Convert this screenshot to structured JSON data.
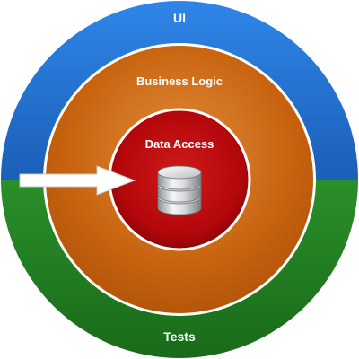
{
  "diagram": {
    "layers": [
      {
        "id": "ui",
        "label": "UI",
        "color": "#1f6fd1"
      },
      {
        "id": "tests",
        "label": "Tests",
        "color": "#1e7d1e"
      },
      {
        "id": "business_logic",
        "label": "Business Logic",
        "color": "#c8630f"
      },
      {
        "id": "data_access",
        "label": "Data Access",
        "color": "#b3070b"
      }
    ],
    "icons": {
      "center": "database-icon",
      "pointer": "arrow-right-icon"
    }
  }
}
